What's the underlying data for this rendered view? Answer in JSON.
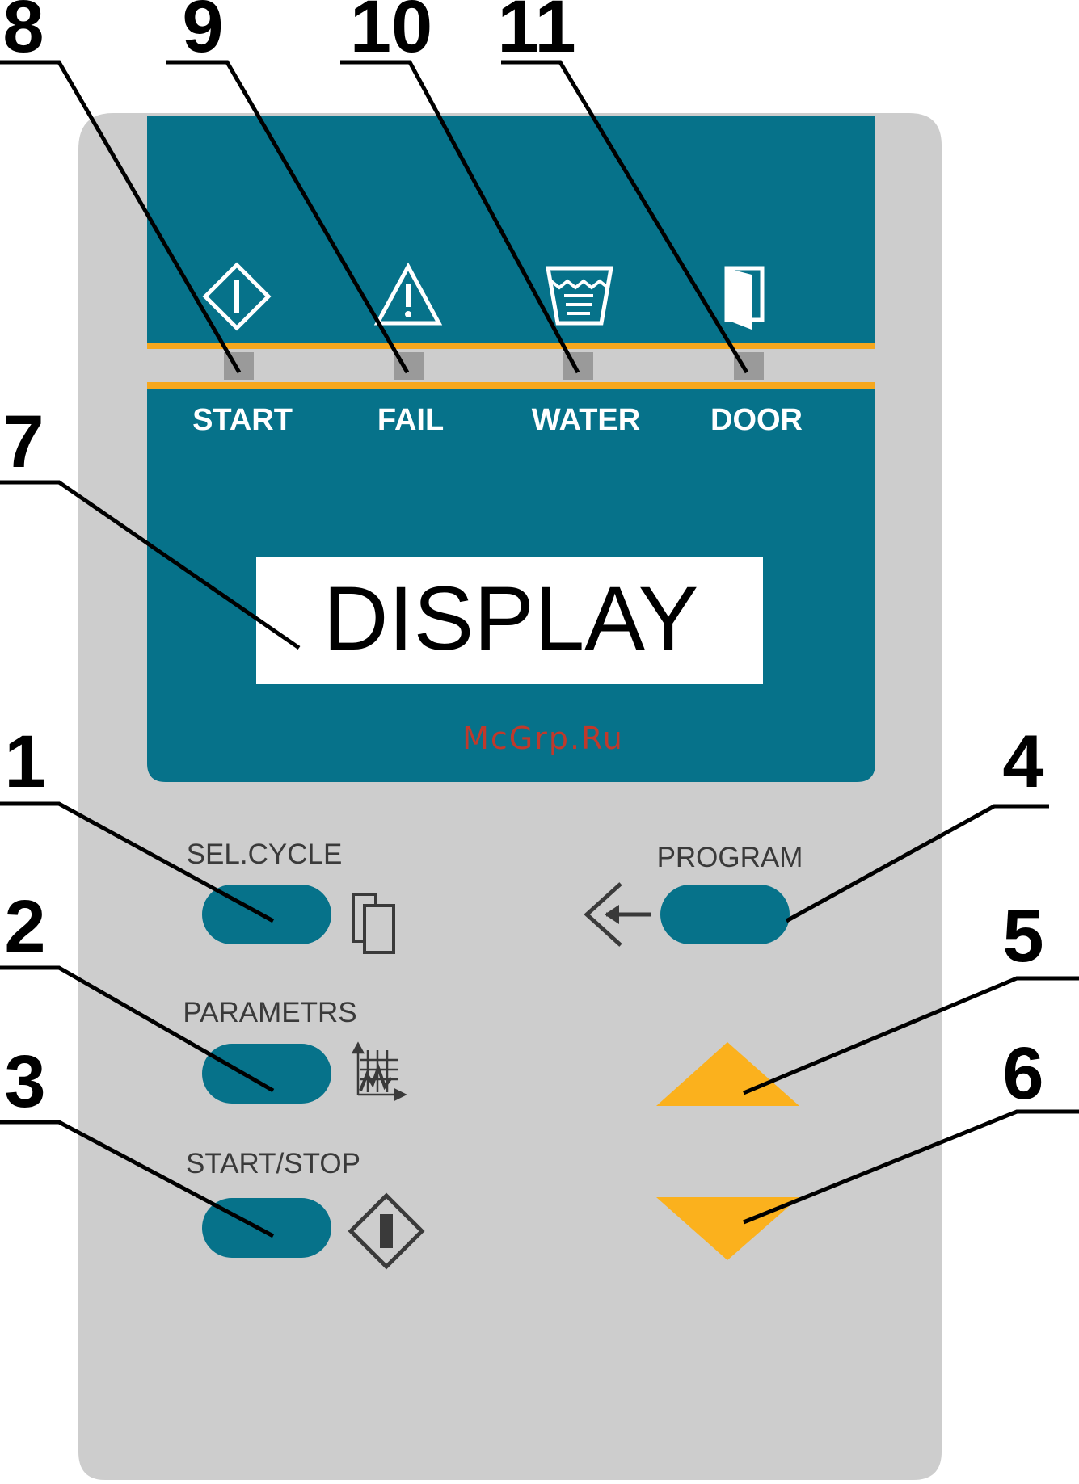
{
  "colors": {
    "panel": "#cdcdcd",
    "screen": "#06728a",
    "accent_stripe": "#f6a71d",
    "led": "#9a9a9a",
    "button": "#06728a",
    "arrow_button": "#fbb11d"
  },
  "indicators": [
    {
      "label": "START",
      "icon": "start-diamond-icon"
    },
    {
      "label": "FAIL",
      "icon": "warning-triangle-icon"
    },
    {
      "label": "WATER",
      "icon": "water-tank-icon"
    },
    {
      "label": "DOOR",
      "icon": "door-icon"
    }
  ],
  "display": {
    "text": "DISPLAY"
  },
  "watermark": "McGrp.Ru",
  "buttons": {
    "sel_cycle": {
      "label": "SEL.CYCLE",
      "icon": "copy-pages-icon"
    },
    "parametrs": {
      "label": "PARAMETRS",
      "icon": "graph-icon"
    },
    "start_stop": {
      "label": "START/STOP",
      "icon": "start-diamond-icon"
    },
    "program": {
      "label": "PROGRAM",
      "icon": "enter-arrow-icon"
    },
    "up": {
      "icon": "up-arrow-icon"
    },
    "down": {
      "icon": "down-arrow-icon"
    }
  },
  "callouts": [
    "1",
    "2",
    "3",
    "4",
    "5",
    "6",
    "7",
    "8",
    "9",
    "10",
    "11"
  ]
}
